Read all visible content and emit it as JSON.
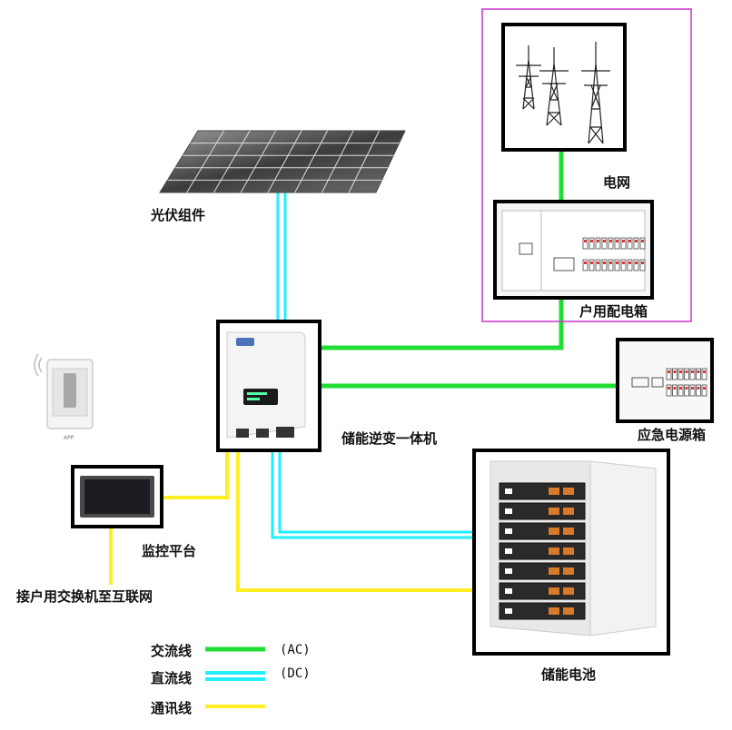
{
  "colors": {
    "ac": "#22dd33",
    "dc": "#22eeff",
    "comm": "#ffee22",
    "grid_frame": "#cc33cc",
    "box_border": "#000000"
  },
  "labels": {
    "pv": "光伏组件",
    "grid": "电网",
    "distribution": "户用配电箱",
    "emergency": "应急电源箱",
    "inverter": "储能逆变一体机",
    "battery": "储能电池",
    "monitor": "监控平台",
    "switch": "接户用交换机至互联网",
    "app": "APP"
  },
  "legend": [
    {
      "label": "交流线",
      "code": "(AC)",
      "color_key": "ac"
    },
    {
      "label": "直流线",
      "code": "(DC)",
      "color_key": "dc"
    },
    {
      "label": "通讯线",
      "code": "",
      "color_key": "comm"
    }
  ],
  "icons": {
    "app": "smartphone-wifi-icon",
    "grid": "power-tower-icon",
    "pv": "solar-panel-icon"
  }
}
